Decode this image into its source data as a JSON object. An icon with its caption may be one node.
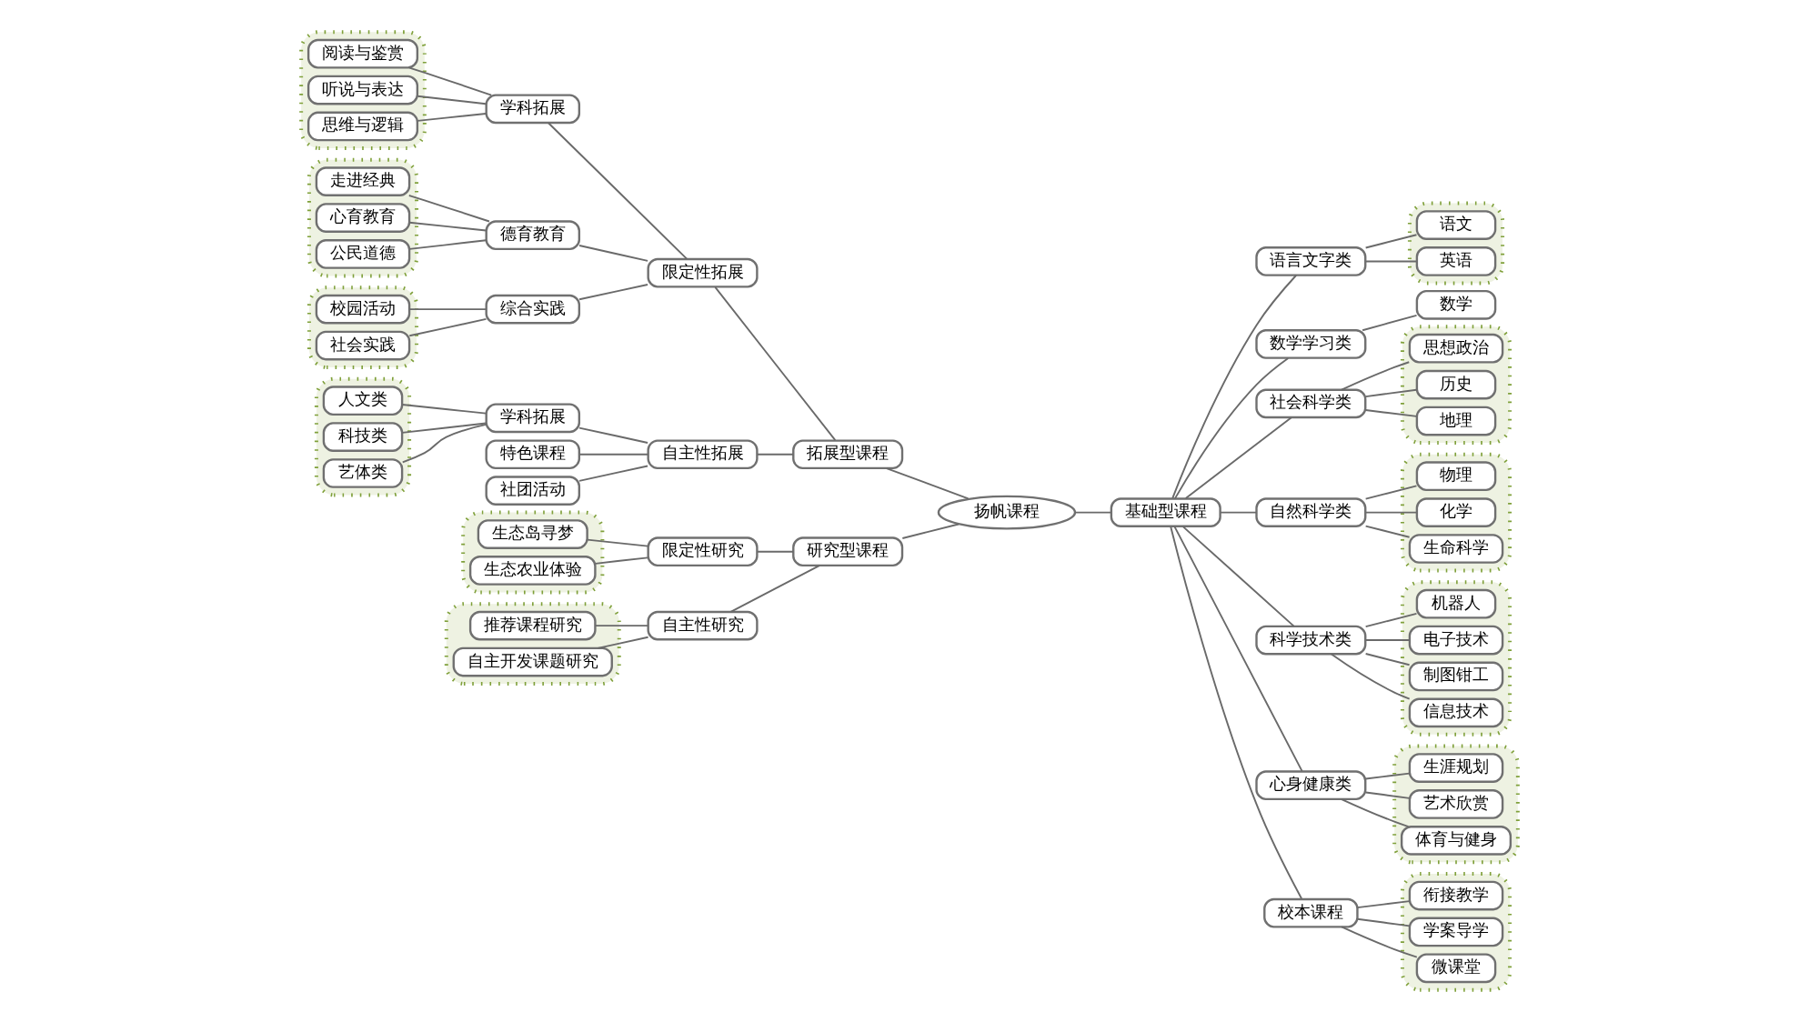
{
  "diagram": {
    "nodes": [
      {
        "text": [
          "扬帆课程"
        ]
      },
      {
        "text": [
          "拓展型课程"
        ]
      },
      {
        "text": [
          "限定性拓展"
        ]
      },
      {
        "text": [
          "学科拓展"
        ]
      },
      {
        "text": [],
        "shape": "box"
      },
      {
        "text": [
          "阅读与鉴赏"
        ],
        "in": 4
      },
      {
        "text": [
          "听说与表达"
        ],
        "in": 4
      },
      {
        "text": [
          "思维与逻辑"
        ],
        "in": 4
      },
      {
        "text": [
          "德育教育"
        ]
      },
      {
        "text": [],
        "shape": "box"
      },
      {
        "text": [
          "走进经典"
        ],
        "in": 9
      },
      {
        "text": [
          "心育教育"
        ],
        "in": 9
      },
      {
        "text": [
          "公民道德"
        ],
        "in": 9
      },
      {
        "text": [
          "综合实践"
        ]
      },
      {
        "text": [],
        "shape": "box"
      },
      {
        "text": [
          "校园活动"
        ],
        "in": 14
      },
      {
        "text": [
          "社会实践"
        ],
        "in": 14
      },
      {
        "text": [
          "自主性拓展"
        ]
      },
      {
        "text": [
          "学科拓展"
        ]
      },
      {
        "text": [],
        "shape": "box"
      },
      {
        "text": [
          "人文类"
        ],
        "in": 19
      },
      {
        "text": [
          "科技类"
        ],
        "in": 19
      },
      {
        "text": [
          "艺体类"
        ],
        "in": 19
      },
      {
        "text": [
          "特色课程"
        ]
      },
      {
        "text": [
          "社团活动"
        ]
      },
      {
        "text": [
          "研究型课程"
        ]
      },
      {
        "text": [
          "限定性研究"
        ]
      },
      {
        "text": [],
        "shape": "box"
      },
      {
        "text": [
          "生态岛寻梦"
        ],
        "in": 27
      },
      {
        "text": [
          "生态农业体验"
        ],
        "in": 27
      },
      {
        "text": [
          "自主性研究"
        ]
      },
      {
        "text": [],
        "shape": "box"
      },
      {
        "text": [
          "推荐课程研究"
        ],
        "in": 31
      },
      {
        "text": [
          "自主开发课题研究"
        ],
        "in": 31
      },
      {
        "text": [
          "基础型课程"
        ]
      },
      {
        "text": [
          "语言文字类"
        ]
      },
      {
        "text": [],
        "shape": "box"
      },
      {
        "text": [
          "语文"
        ],
        "in": 36
      },
      {
        "text": [
          "英语"
        ],
        "in": 36
      },
      {
        "text": [
          "数学学习类"
        ]
      },
      {
        "text": [
          "数学"
        ]
      },
      {
        "text": [
          "社会科学类"
        ]
      },
      {
        "text": [],
        "shape": "box"
      },
      {
        "text": [
          "思想政治"
        ],
        "in": 42
      },
      {
        "text": [
          "历史"
        ],
        "in": 42
      },
      {
        "text": [
          "地理"
        ],
        "in": 42
      },
      {
        "text": [
          "自然科学类"
        ]
      },
      {
        "text": [],
        "shape": "box"
      },
      {
        "text": [
          "物理"
        ],
        "in": 47
      },
      {
        "text": [
          "化学"
        ],
        "in": 47
      },
      {
        "text": [
          "生命科学"
        ],
        "in": 47
      },
      {
        "text": [
          "科学技术类"
        ]
      },
      {
        "text": [],
        "shape": "box"
      },
      {
        "text": [
          "机器人"
        ],
        "in": 52
      },
      {
        "text": [
          "电子技术"
        ],
        "in": 52
      },
      {
        "text": [
          "制图钳工"
        ],
        "in": 52
      },
      {
        "text": [
          "信息技术"
        ],
        "in": 52
      },
      {
        "text": [
          "心身健康类"
        ]
      },
      {
        "text": [],
        "shape": "box"
      },
      {
        "text": [
          "生涯规划"
        ],
        "in": 58
      },
      {
        "text": [
          "艺术欣赏"
        ],
        "in": 58
      },
      {
        "text": [
          "体育与健身"
        ],
        "in": 58
      },
      {
        "text": [
          "校本课程"
        ]
      },
      {
        "text": [],
        "shape": "box"
      },
      {
        "text": [
          "衔接教学"
        ],
        "in": 63
      },
      {
        "text": [
          "学案导学"
        ],
        "in": 63
      },
      {
        "text": [
          "微课堂"
        ],
        "in": 63
      }
    ],
    "edges": [
      {
        "from": 0,
        "to": 1,
        "arrow": "none"
      },
      {
        "from": 1,
        "to": 2,
        "arrow": "none"
      },
      {
        "from": 2,
        "to": 3,
        "arrow": "none"
      },
      {
        "from": 3,
        "to": 5,
        "arrow": "none"
      },
      {
        "from": 3,
        "to": 6,
        "arrow": "none"
      },
      {
        "from": 3,
        "to": 7,
        "arrow": "none"
      },
      {
        "from": 2,
        "to": 8,
        "arrow": "none"
      },
      {
        "from": 8,
        "to": 10,
        "arrow": "none"
      },
      {
        "from": 8,
        "to": 11,
        "arrow": "none"
      },
      {
        "from": 8,
        "to": 12,
        "arrow": "none"
      },
      {
        "from": 2,
        "to": 13,
        "arrow": "none"
      },
      {
        "from": 13,
        "to": 15,
        "arrow": "none"
      },
      {
        "from": 13,
        "to": 16,
        "arrow": "none"
      },
      {
        "from": 1,
        "to": 17,
        "arrow": "none"
      },
      {
        "from": 17,
        "to": 18,
        "arrow": "none"
      },
      {
        "from": 18,
        "to": 20,
        "arrow": "none"
      },
      {
        "from": 18,
        "to": 21,
        "arrow": "none"
      },
      {
        "from": 18,
        "to": 22,
        "arrow": "none"
      },
      {
        "from": 17,
        "to": 23,
        "arrow": "none"
      },
      {
        "from": 17,
        "to": 24,
        "arrow": "none"
      },
      {
        "from": 0,
        "to": 25,
        "arrow": "none"
      },
      {
        "from": 25,
        "to": 26,
        "arrow": "none"
      },
      {
        "from": 26,
        "to": 28,
        "arrow": "none"
      },
      {
        "from": 26,
        "to": 29,
        "arrow": "none"
      },
      {
        "from": 25,
        "to": 30,
        "arrow": "none"
      },
      {
        "from": 30,
        "to": 32,
        "arrow": "none"
      },
      {
        "from": 30,
        "to": 33,
        "arrow": "none"
      },
      {
        "from": 0,
        "to": 34,
        "arrow": "none"
      },
      {
        "from": 34,
        "to": 35,
        "arrow": "none"
      },
      {
        "from": 35,
        "to": 37,
        "arrow": "none"
      },
      {
        "from": 35,
        "to": 38,
        "arrow": "none"
      },
      {
        "from": 34,
        "to": 39,
        "arrow": "none"
      },
      {
        "from": 39,
        "to": 40,
        "arrow": "none"
      },
      {
        "from": 34,
        "to": 41,
        "arrow": "none"
      },
      {
        "from": 41,
        "to": 43,
        "arrow": "none"
      },
      {
        "from": 41,
        "to": 44,
        "arrow": "none"
      },
      {
        "from": 41,
        "to": 45,
        "arrow": "none"
      },
      {
        "from": 34,
        "to": 46,
        "arrow": "none"
      },
      {
        "from": 46,
        "to": 48,
        "arrow": "none"
      },
      {
        "from": 46,
        "to": 49,
        "arrow": "none"
      },
      {
        "from": 46,
        "to": 50,
        "arrow": "none"
      },
      {
        "from": 34,
        "to": 51,
        "arrow": "none"
      },
      {
        "from": 51,
        "to": 53,
        "arrow": "none"
      },
      {
        "from": 51,
        "to": 54,
        "arrow": "none"
      },
      {
        "from": 51,
        "to": 55,
        "arrow": "none"
      },
      {
        "from": 51,
        "to": 56,
        "arrow": "none"
      },
      {
        "from": 34,
        "to": 57,
        "arrow": "none"
      },
      {
        "from": 57,
        "to": 59,
        "arrow": "none"
      },
      {
        "from": 57,
        "to": 60,
        "arrow": "none"
      },
      {
        "from": 57,
        "to": 61,
        "arrow": "none"
      },
      {
        "from": 34,
        "to": 62,
        "arrow": "none"
      },
      {
        "from": 62,
        "to": 64,
        "arrow": "none"
      },
      {
        "from": 62,
        "to": 65,
        "arrow": "none"
      },
      {
        "from": 62,
        "to": 66,
        "arrow": "none"
      }
    ]
  }
}
